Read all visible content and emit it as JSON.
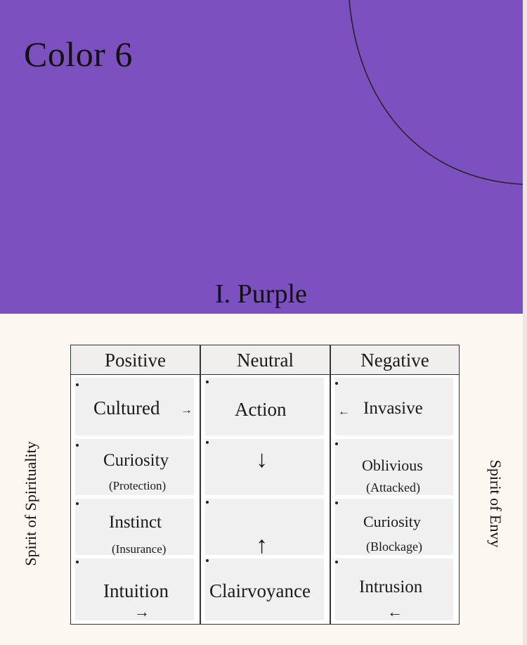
{
  "header": {
    "color_title": "Color 6",
    "section_title": "I. Purple",
    "background": "#7c50be"
  },
  "side_labels": {
    "left": "Spirit of Spirituality",
    "right": "Spirit of Envy"
  },
  "table": {
    "headers": [
      "Positive",
      "Neutral",
      "Negative"
    ],
    "positive": {
      "row1": "Cultured",
      "row1_arrow": "→",
      "row2": "Curiosity",
      "row2_sub": "(Protection)",
      "row3": "Instinct",
      "row3_sub": "(Insurance)",
      "row4": "Intuition",
      "row4_arrow": "→"
    },
    "neutral": {
      "row1": "Action",
      "row2_arrow": "↓",
      "row3_arrow": "↑",
      "row4": "Clairvoyance"
    },
    "negative": {
      "row1_arrow": "←",
      "row1": "Invasive",
      "row2": "Oblivious",
      "row2_sub": "(Attacked)",
      "row3": "Curiosity",
      "row3_sub": "(Blockage)",
      "row4": "Intrusion",
      "row4_arrow": "←"
    }
  }
}
